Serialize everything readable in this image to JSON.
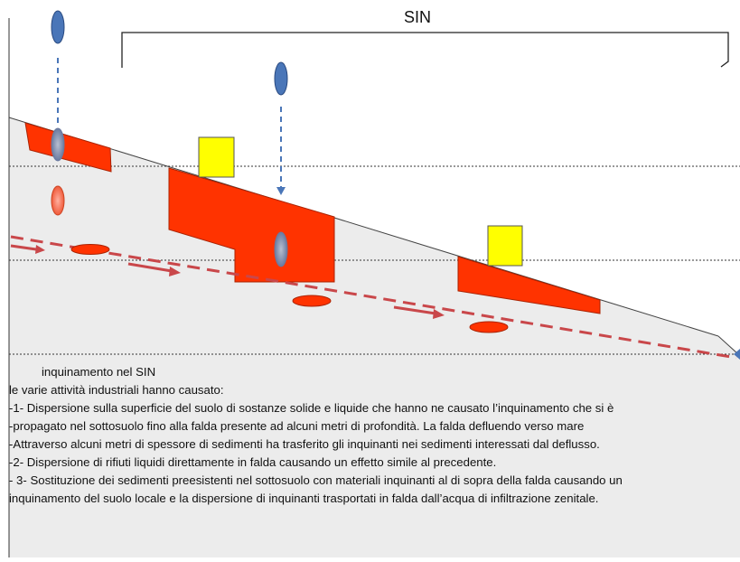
{
  "diagram": {
    "sin_label": "SIN",
    "colors": {
      "ground": "#ececec",
      "contaminant": "#ff3300",
      "building": "#ffff00",
      "drop": "#4a76b8",
      "flow_arrow": "#c9474a",
      "water_table": "#c9474a"
    },
    "icons": [
      "rain-drop-icon",
      "dashed-arrow-icon",
      "contaminant-plume",
      "building-block",
      "groundwater-flow-arrow"
    ]
  },
  "caption": {
    "heading": "inquinamento nel SIN",
    "lines": [
      " le varie attività industriali hanno causato:",
      "-1- Dispersione sulla superficie del suolo di sostanze solide e liquide che hanno ne causato l’inquinamento che si è",
      "-propagato nel sottosuolo fino alla falda presente ad alcuni metri di profondità. La falda defluendo verso mare",
      "-Attraverso alcuni metri di spessore di sedimenti ha trasferito gli inquinanti nei sedimenti interessati dal deflusso.",
      "-2- Dispersione di rifiuti liquidi direttamente in falda causando un effetto simile al precedente.",
      "- 3- Sostituzione dei sedimenti preesistenti nel sottosuolo con materiali inquinanti al di sopra della falda causando un",
      "inquinamento del suolo locale e la dispersione di inquinanti trasportati in falda dall’acqua di infiltrazione zenitale."
    ]
  }
}
